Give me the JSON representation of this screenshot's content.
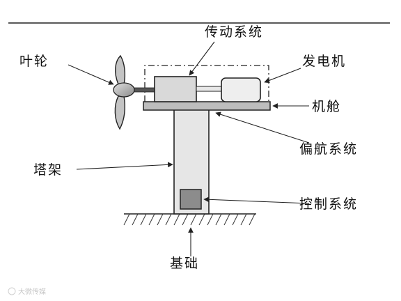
{
  "labels": {
    "blades": "叶轮",
    "transmission": "传动系统",
    "generator": "发电机",
    "nacelle": "机舱",
    "yaw": "偏航系统",
    "tower": "塔架",
    "control": "控制系统",
    "foundation": "基础"
  },
  "watermark": "大微传媒",
  "colors": {
    "line": "#222222",
    "tower_fill": "#e6e6e6",
    "component_fill": "#d9d9d9",
    "nacelle_fill": "#bdbdbd",
    "control_fill": "#8c8c8c",
    "blade_fill": "#c4c4c4"
  }
}
